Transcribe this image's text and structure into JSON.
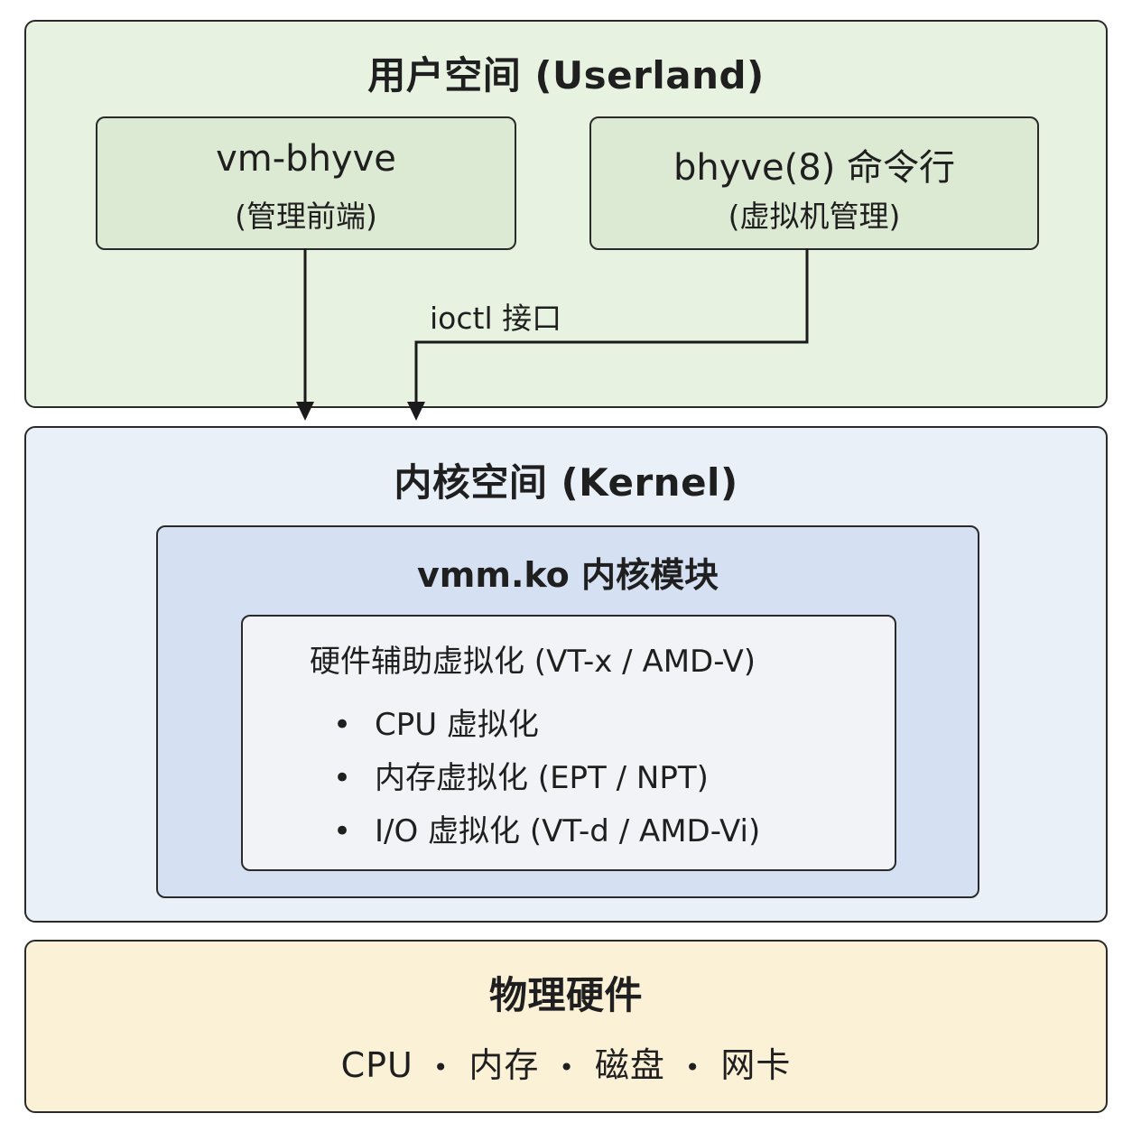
{
  "userland": {
    "title": "用户空间 (Userland)",
    "vm_bhyve": {
      "name": "vm-bhyve",
      "desc": "(管理前端)"
    },
    "bhyve_cli": {
      "name": "bhyve(8) 命令行",
      "desc": "(虚拟机管理)"
    },
    "ioctl_label": "ioctl 接口"
  },
  "kernel": {
    "title": "内核空间 (Kernel)",
    "module": {
      "title": "vmm.ko 内核模块",
      "hw_assist": {
        "title": "硬件辅助虚拟化 (VT-x / AMD-V)",
        "bullets": [
          "CPU 虚拟化",
          "内存虚拟化 (EPT / NPT)",
          "I/O 虚拟化 (VT-d / AMD-Vi)"
        ]
      }
    }
  },
  "hardware": {
    "title": "物理硬件",
    "items": [
      "CPU",
      "内存",
      "磁盘",
      "网卡"
    ],
    "separator": "•"
  }
}
